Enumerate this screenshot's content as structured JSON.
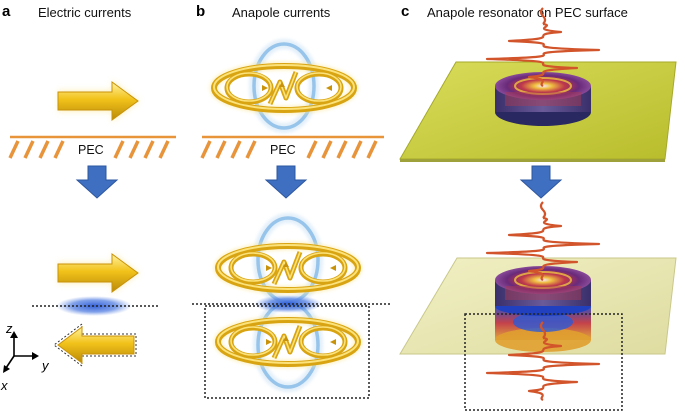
{
  "panels": {
    "a": {
      "letter": "a",
      "title": "Electric currents"
    },
    "b": {
      "letter": "b",
      "title": "Anapole currents"
    },
    "c": {
      "letter": "c",
      "title": "Anapole resonator on PEC surface"
    }
  },
  "pec_label": "PEC",
  "axes": {
    "z": "z",
    "y": "y",
    "x": "x"
  },
  "colors": {
    "arrow_gold": "#f2c21a",
    "pec_orange": "#e8943a",
    "down_arrow_blue": "#3f6fc0",
    "ring_blue": "#9cc6ea",
    "plane_yellow": "#cfd34a",
    "wave_red": "#d2542a"
  }
}
